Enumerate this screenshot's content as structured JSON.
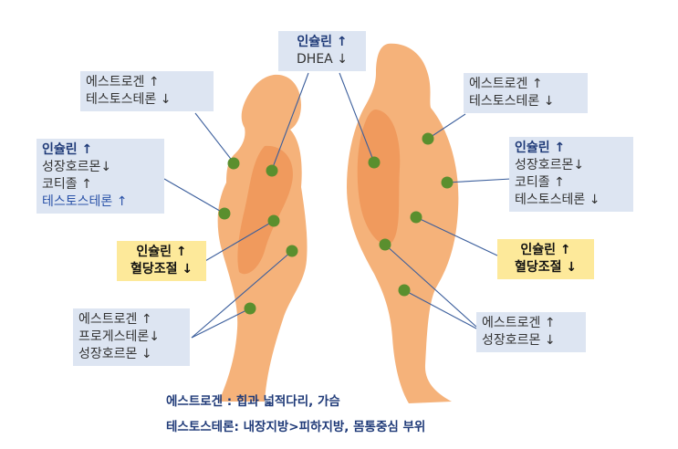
{
  "colors": {
    "body_fill": "#f5b27a",
    "visceral_fill": "#ee9558",
    "marker": "#5a8f2e",
    "box_blue": "#dde5f2",
    "box_yellow": "#fde99a",
    "leader_line": "#3b5e9c"
  },
  "labels": {
    "top_center": [
      "인슐린 ↑",
      "DHEA ↓"
    ],
    "left_estrogen": [
      "에스트로겐 ↑",
      "테스토스테론 ↓"
    ],
    "left_insulin_group": [
      "인슐린 ↑",
      "성장호르몬↓",
      "코티졸 ↑",
      "테스토스테론 ↑"
    ],
    "left_glucose": [
      "인슐린 ↑",
      "혈당조절 ↓"
    ],
    "left_lower": [
      "에스트로겐 ↑",
      "프로게스테론↓",
      "성장호르몬 ↓"
    ],
    "right_estrogen": [
      "에스트로겐 ↑",
      "테스토스테론 ↓"
    ],
    "right_insulin_group": [
      "인슐린 ↑",
      "성장호르몬↓",
      "코티졸 ↑",
      "테스토스테론 ↓"
    ],
    "right_glucose": [
      "인슐린 ↑",
      "혈당조절 ↓"
    ],
    "right_lower": [
      "에스트로겐 ↑",
      "성장호르몬 ↓"
    ]
  },
  "captions": {
    "estrogen": "에스트로겐 : 힙과 넓적다리, 가슴",
    "testosterone": "테스토스테론: 내장지방>피하지방, 몸통중심 부위"
  }
}
